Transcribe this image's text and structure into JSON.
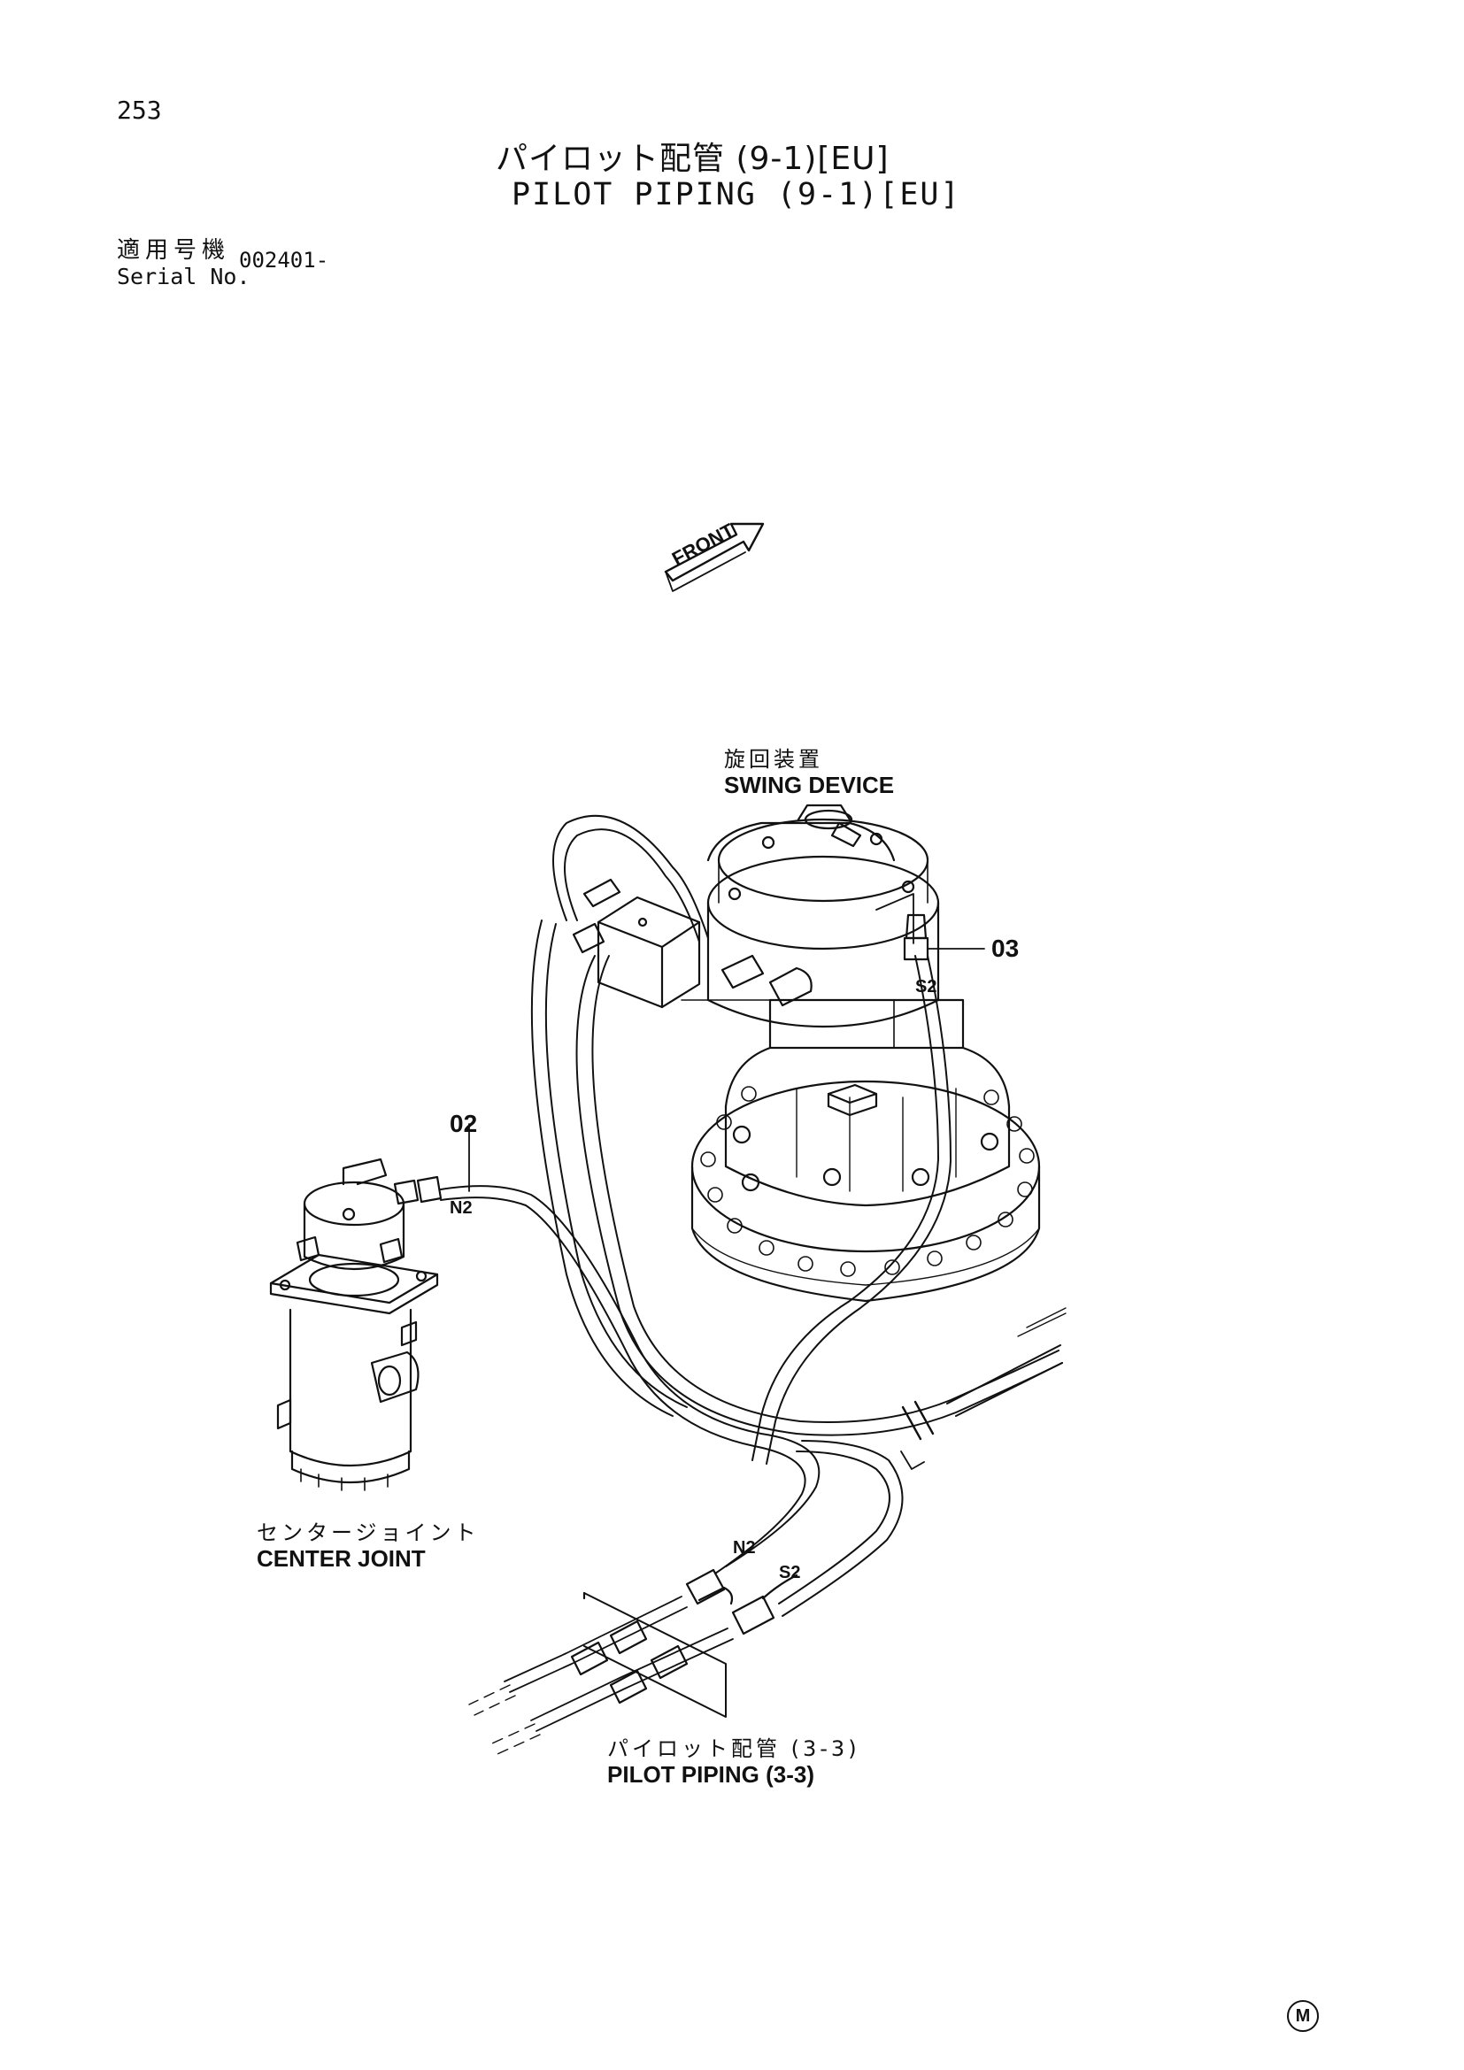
{
  "page": {
    "number": "253",
    "title_jp": "パイロット配管 (9-1)[EU]",
    "title_en": "PILOT PIPING (9-1)[EU]",
    "serial_label_jp": "適用号機",
    "serial_label_en": "Serial No.",
    "serial_value": "002401-"
  },
  "diagram": {
    "front_marker": "FRONT",
    "components": {
      "swing_device_jp": "旋回装置",
      "swing_device_en": "SWING DEVICE",
      "center_joint_jp": "センタージョイント",
      "center_joint_en": "CENTER JOINT",
      "pilot_piping_jp": "パイロット配管 (3-3)",
      "pilot_piping_en": "PILOT PIPING (3-3)"
    },
    "callouts": {
      "part_03": "03",
      "part_02": "02"
    },
    "ports": {
      "s2_top": "S2",
      "n2_joint": "N2",
      "n2_bottom": "N2",
      "s2_bottom": "S2"
    },
    "footer_mark": "M"
  }
}
